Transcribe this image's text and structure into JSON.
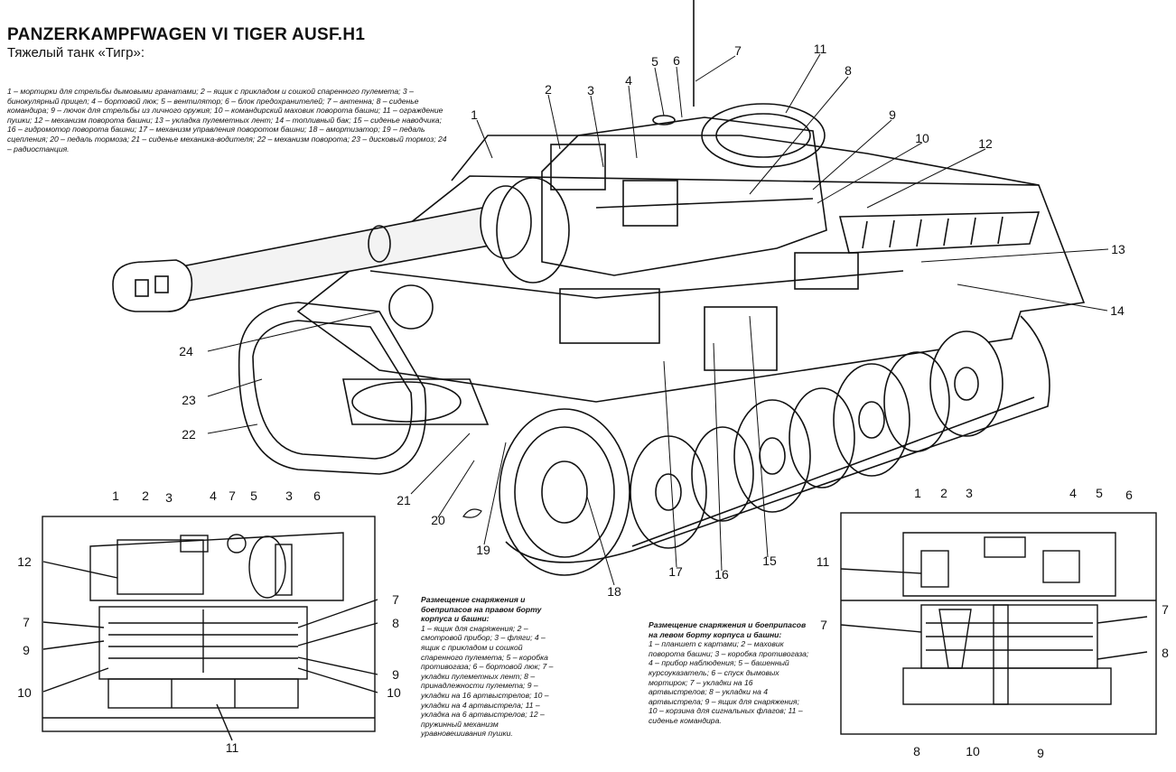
{
  "title": "PANZERKAMPFWAGEN VI TIGER AUSF.H1",
  "subtitle": "Тяжелый танк «Тигр»:",
  "legend": "1 – мортирки для стрельбы дымовыми гранатами; 2 – ящик с прикладом и сошкой спаренного пулемета; 3 – бинокулярный прицел; 4 – бортовой люк; 5 – вентилятор; 6 – блок предохранителей; 7 – антенна; 8 – сиденье командира; 9 – лючок для стрельбы из личного оружия; 10 – командирский маховик поворота башни; 11 – ограждение пушки; 12 – механизм поворота башни; 13 – укладка пулеметных лент; 14 – топливный бак; 15 – сиденье наводчика; 16 – гидромотор поворота башни; 17 – механизм управления поворотом башни; 18 – амортизатор; 19 – педаль сцепления; 20 – педаль тормоза; 21 – сиденье механика-водителя; 22 – механизм поворота; 23 – дисковый тормоз; 24 – радиостанция.",
  "caption_right": {
    "heading": "Размещение снаряжения и боеприпасов на правом борту корпуса и башни:",
    "body": "1 – ящик для снаряжения; 2 – смотровой прибор; 3 – фляги; 4 – ящик с прикладом и сошкой спаренного пулемета; 5 – коробка противогаза; 6 – бортовой люк; 7 – укладки пулеметных лент; 8 – принадлежности пулемета; 9 – укладки на 16 артвыстрелов; 10 – укладки на 4 артвыстрела; 11 – укладка на 6 артвыстрелов; 12 – пружинный механизм уравновешивания пушки."
  },
  "caption_left": {
    "heading": "Размещение снаряжения и боеприпасов на левом борту корпуса и башни:",
    "body": "1 – планшет с картами; 2 – маховик поворота башни; 3 – коробка противогаза; 4 – прибор наблюдения; 5 – башенный курсоуказатель; 6 – спуск дымовых мортирок; 7 – укладки на 16 артвыстрелов; 8 – укладки на 4 артвыстрела; 9 – ящик для снаряжения; 10 – корзина для сигнальных флагов; 11 – сиденье командира."
  },
  "main_callouts": [
    "1",
    "2",
    "3",
    "4",
    "5",
    "6",
    "7",
    "8",
    "9",
    "10",
    "11",
    "12",
    "13",
    "14",
    "15",
    "16",
    "17",
    "18",
    "19",
    "20",
    "21",
    "22",
    "23",
    "24"
  ],
  "right_side_callouts": [
    "1",
    "2",
    "3",
    "4",
    "7",
    "5",
    "3",
    "6",
    "12",
    "7",
    "7",
    "8",
    "9",
    "9",
    "10",
    "10",
    "11"
  ],
  "left_side_callouts": [
    "1",
    "2",
    "3",
    "4",
    "5",
    "6",
    "11",
    "7",
    "7",
    "8",
    "8",
    "10",
    "9"
  ]
}
